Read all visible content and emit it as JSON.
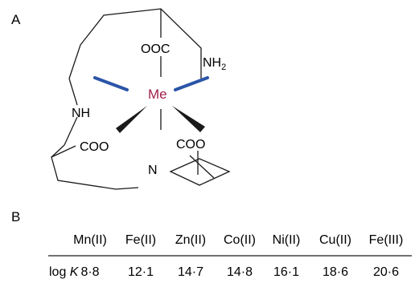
{
  "panel_a": {
    "label": "A",
    "metal": "Me",
    "atoms": {
      "ooc_top": "OOC",
      "nh2_main": "NH",
      "nh2_sub": "2",
      "nh_left": "NH",
      "coo_left": "COO",
      "coo_right": "COO",
      "n_bottom": "N"
    }
  },
  "panel_b": {
    "label": "B",
    "row_label_main": "log ",
    "row_label_italic": "K",
    "chart_data": {
      "type": "table",
      "columns": [
        "Mn(II)",
        "Fe(II)",
        "Zn(II)",
        "Co(II)",
        "Ni(II)",
        "Cu(II)",
        "Fe(III)"
      ],
      "rows": [
        {
          "label": "log K",
          "values": [
            "8·8",
            "12·1",
            "14·7",
            "14·8",
            "16·1",
            "18·6",
            "20·6"
          ]
        }
      ]
    }
  }
}
